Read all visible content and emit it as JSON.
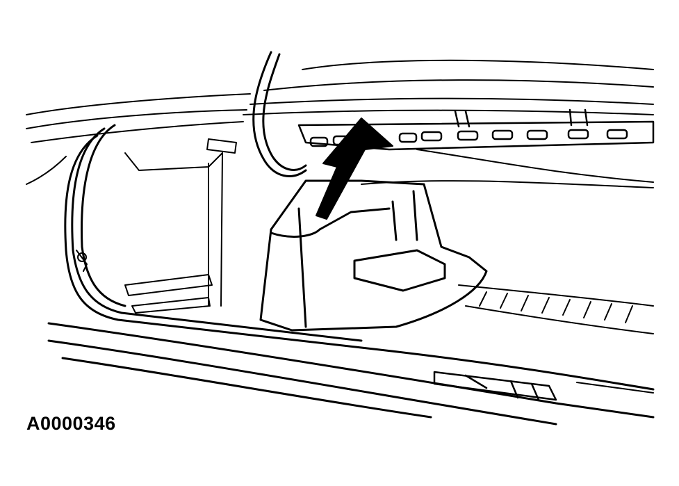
{
  "figure": {
    "reference_id": "A0000346",
    "subject": "vehicle-interior-body-line-drawing",
    "callout": "arrow-pointer",
    "colors": {
      "line": "#000000",
      "background": "#ffffff"
    }
  }
}
